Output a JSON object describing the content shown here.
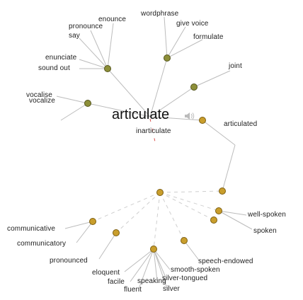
{
  "head_word": "articulate",
  "icons": {
    "speaker": "speaker-icon"
  },
  "colors": {
    "noun_node": "#8d8f39",
    "adjective_node": "#c99e2c",
    "edge": "#bcbcbc",
    "antonym_edge": "#d9534f"
  },
  "words": {
    "enounce": "enounce",
    "pronounce": "pronounce",
    "say": "say",
    "wordphrase": "wordphrase",
    "give_voice": "give voice",
    "formulate": "formulate",
    "enunciate": "enunciate",
    "sound_out": "sound out",
    "joint": "joint",
    "vocalise": "vocalise",
    "vocalize": "vocalize",
    "inarticulate": "inarticulate",
    "articulated": "articulated",
    "well_spoken": "well-spoken",
    "spoken": "spoken",
    "communicative": "communicative",
    "communicatory": "communicatory",
    "pronounced": "pronounced",
    "speech_endowed": "speech-endowed",
    "smooth_spoken": "smooth-spoken",
    "silver_tongued": "silver-tongued",
    "eloquent": "eloquent",
    "facile": "facile",
    "speaking": "speaking",
    "fluent": "fluent",
    "silver": "silver"
  }
}
